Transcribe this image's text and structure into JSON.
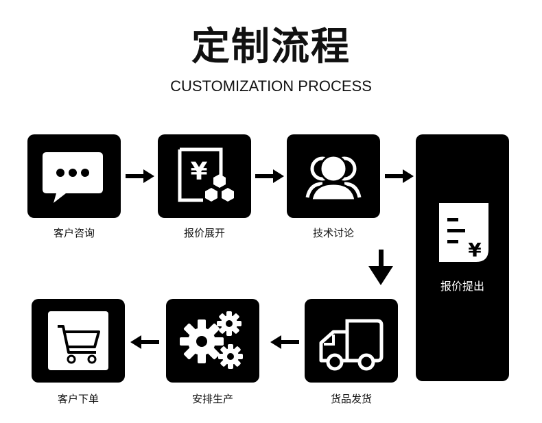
{
  "title": "定制流程",
  "subtitle": "CUSTOMIZATION PROCESS",
  "steps": [
    {
      "label": "客户咨询",
      "icon": "chat-bubble-icon"
    },
    {
      "label": "报价展开",
      "icon": "quote-document-icon"
    },
    {
      "label": "技术讨论",
      "icon": "people-group-icon"
    },
    {
      "label": "报价提出",
      "icon": "receipt-yen-icon"
    },
    {
      "label": "货品发货",
      "icon": "truck-icon"
    },
    {
      "label": "安排生产",
      "icon": "gears-icon"
    },
    {
      "label": "客户下单",
      "icon": "shopping-cart-icon"
    }
  ],
  "currency_symbol": "¥",
  "colors": {
    "box": "#000000",
    "text": "#111111",
    "background": "#ffffff"
  }
}
